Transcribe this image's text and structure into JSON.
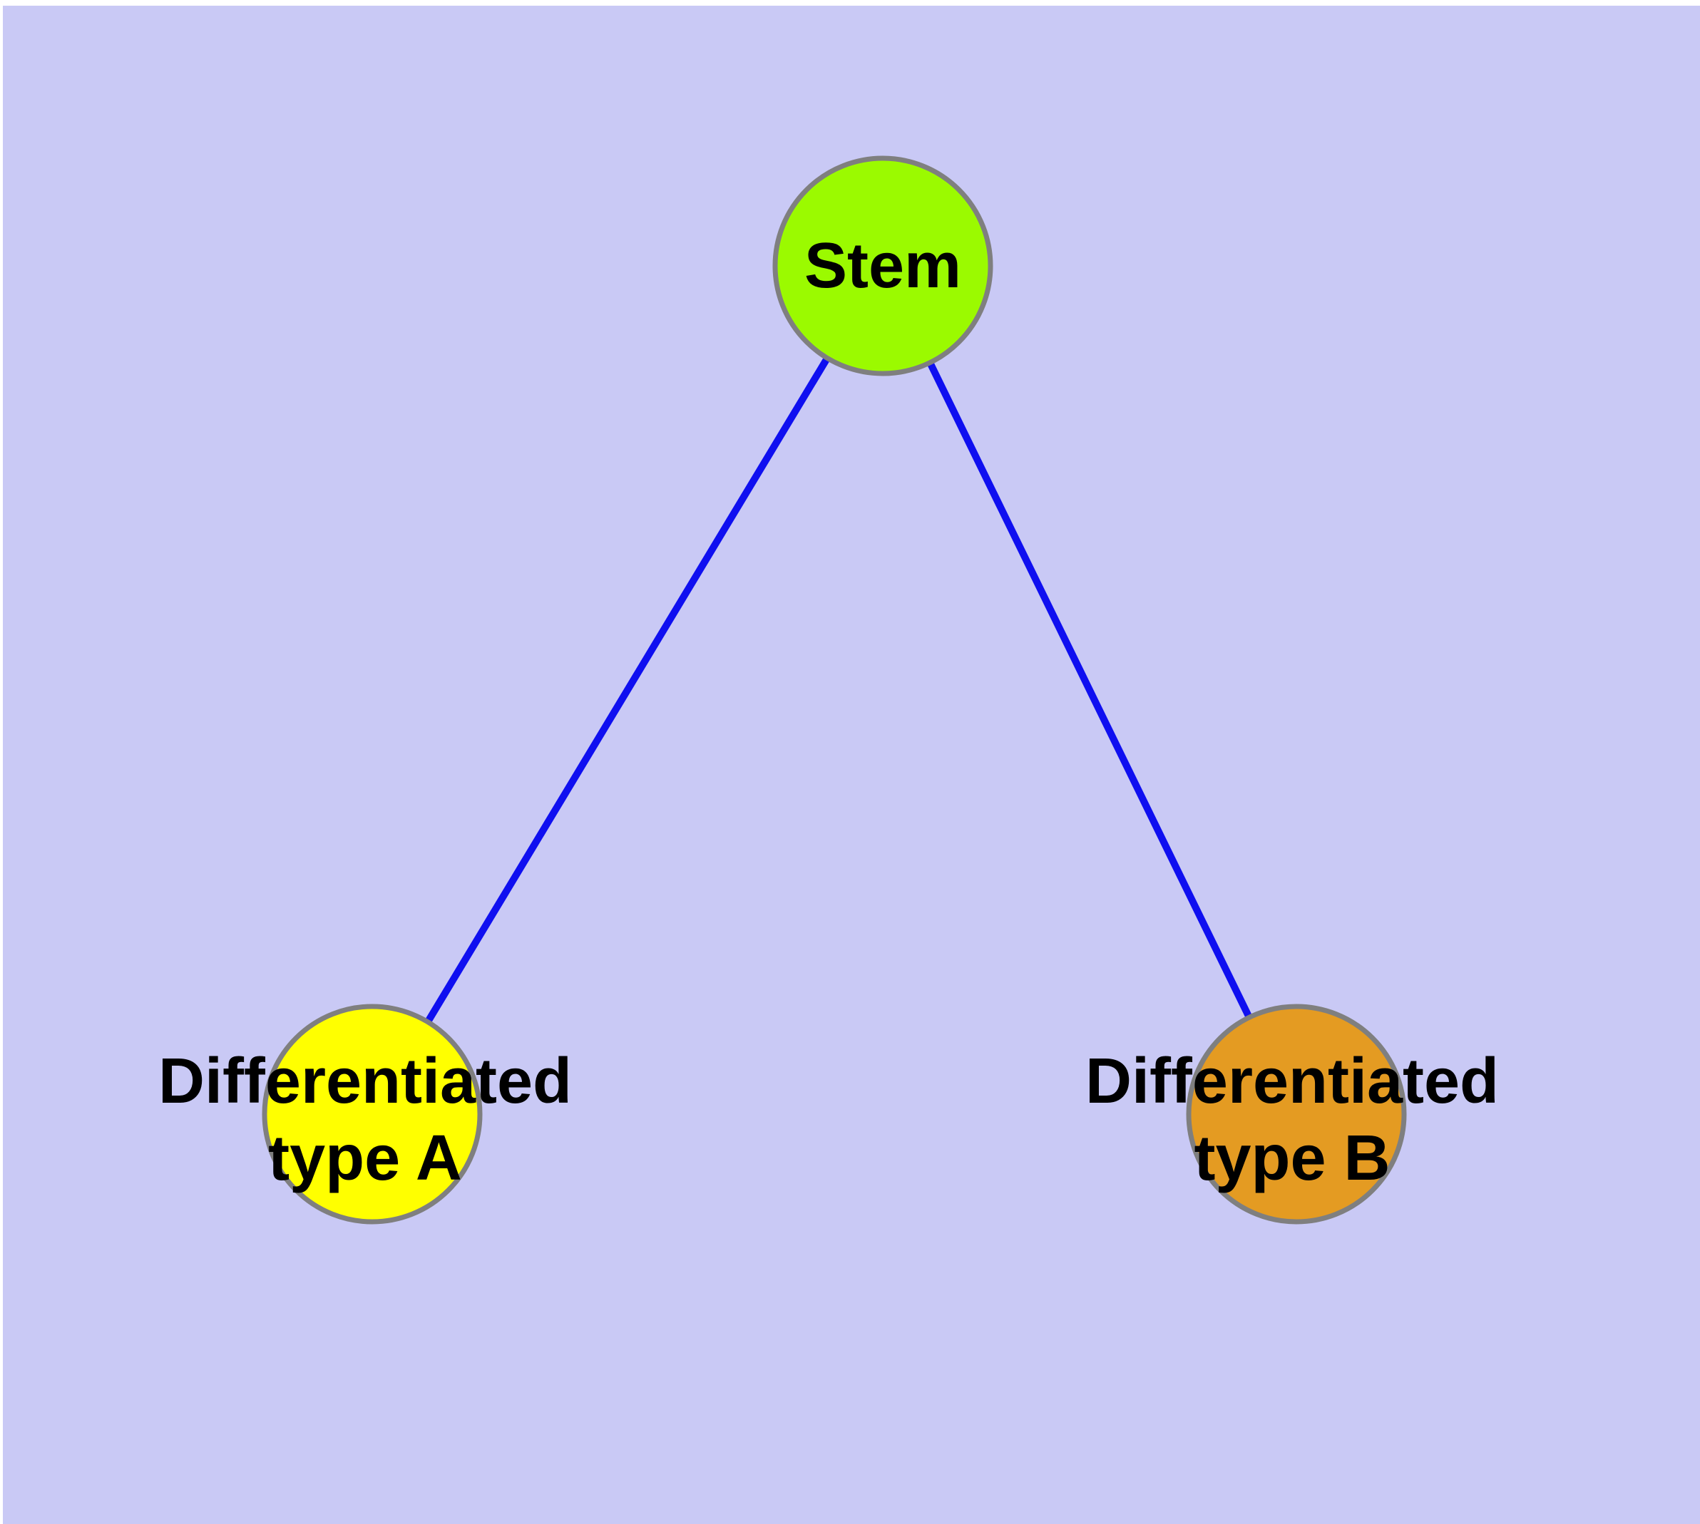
{
  "colors": {
    "page_background": "#FFFFFF",
    "background": "#C9C9F5",
    "edge": "#0F0FF0",
    "node_border": "#7F7F7F",
    "label_text": "#000000"
  },
  "nodes": {
    "stem": {
      "label": "Stem",
      "fill": "#9BFA00"
    },
    "type_a": {
      "label_line1": "Differentiated",
      "label_line2": "type A",
      "fill": "#FFFF00"
    },
    "type_b": {
      "label_line1": "Differentiated",
      "label_line2": "type B",
      "fill": "#E49B22"
    }
  },
  "edges": [
    {
      "from": "Stem",
      "to": "Differentiated type A"
    },
    {
      "from": "Stem",
      "to": "Differentiated type B"
    }
  ]
}
